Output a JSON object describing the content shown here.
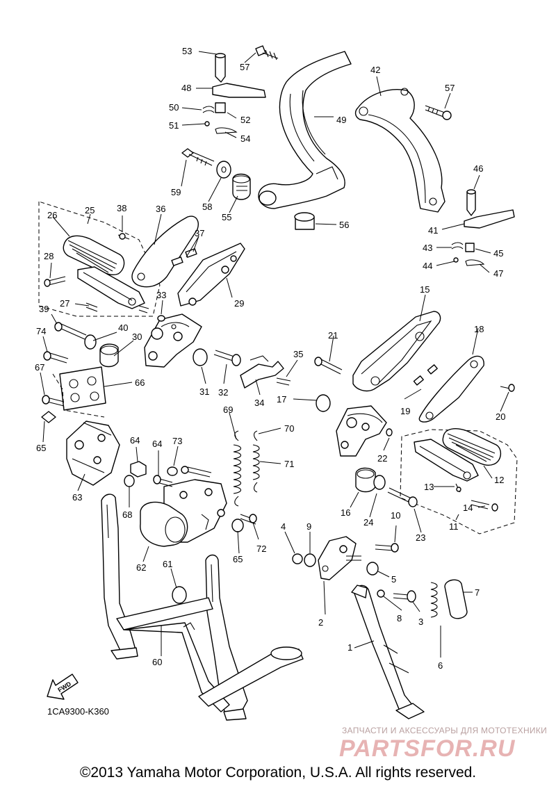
{
  "callouts": [
    "1",
    "2",
    "3",
    "4",
    "5",
    "6",
    "7",
    "8",
    "9",
    "10",
    "11",
    "12",
    "13",
    "14",
    "15",
    "16",
    "17",
    "18",
    "19",
    "20",
    "21",
    "22",
    "23",
    "24",
    "25",
    "26",
    "27",
    "28",
    "29",
    "30",
    "31",
    "32",
    "33",
    "34",
    "35",
    "36",
    "37",
    "38",
    "39",
    "40",
    "41",
    "42",
    "43",
    "44",
    "45",
    "46",
    "47",
    "48",
    "49",
    "50",
    "51",
    "52",
    "53",
    "54",
    "55",
    "56",
    "57",
    "57",
    "58",
    "59",
    "60",
    "61",
    "62",
    "63",
    "64",
    "64",
    "65",
    "65",
    "66",
    "67",
    "68",
    "69",
    "70",
    "71",
    "72",
    "73",
    "74"
  ],
  "fwd_label": "FWD",
  "diagram_code": "1CA9300-K360",
  "watermark": {
    "caption": "ЗАПЧАСТИ И АКСЕССУАРЫ ДЛЯ МОТОТЕХНИКИ",
    "logo": "PARTSFOR.RU"
  },
  "copyright": "©2013 Yamaha Motor Corporation, U.S.A. All rights reserved."
}
